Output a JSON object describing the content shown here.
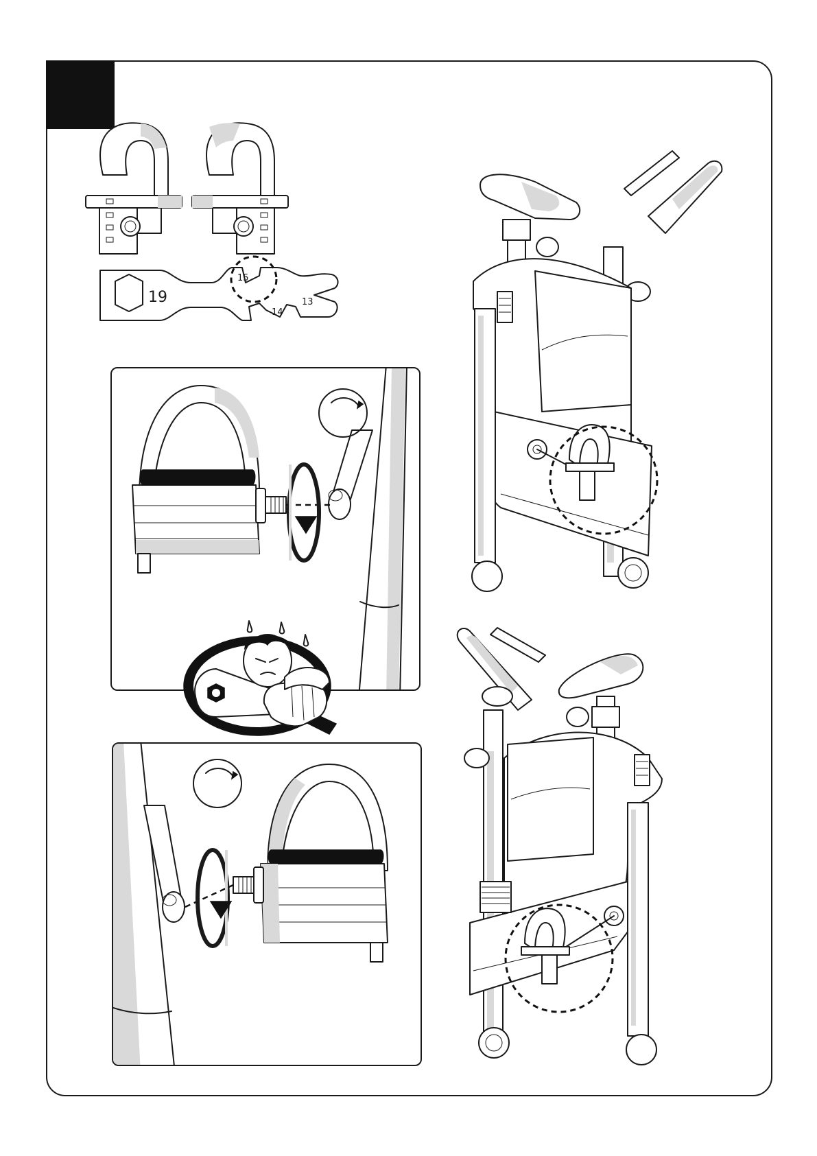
{
  "page": {
    "step_number": ""
  },
  "wrench": {
    "sizes": [
      {
        "label": "19"
      },
      {
        "label": "15"
      },
      {
        "label": "14"
      },
      {
        "label": "13"
      }
    ]
  },
  "colors": {
    "ink": "#1a1a1a",
    "shade": "#d9d9d9",
    "paper": "#ffffff"
  },
  "icons": {
    "rotate_clockwise": "rotate-clockwise-icon",
    "callout_highlight": "dashed-circle-callout"
  }
}
